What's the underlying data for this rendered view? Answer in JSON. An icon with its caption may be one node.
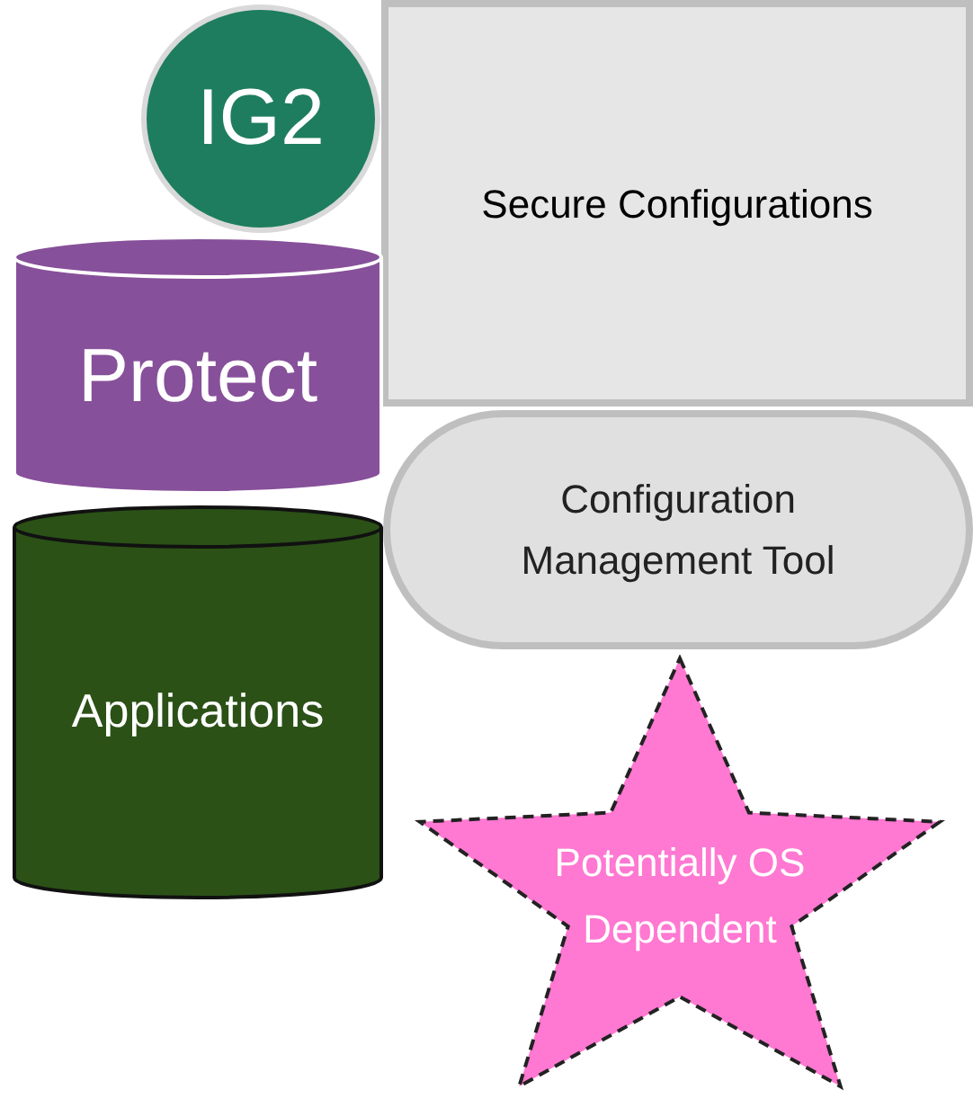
{
  "diagram": {
    "nodes": [
      {
        "text": [
          "IG2"
        ]
      },
      {
        "text": [
          "Secure Configurations"
        ]
      },
      {
        "text": [
          "Protect"
        ]
      },
      {
        "text": [
          "Configuration Management Tool"
        ]
      },
      {
        "text": [
          "Applications"
        ]
      },
      {
        "text": [
          "Potentially OS Dependent"
        ]
      }
    ]
  }
}
